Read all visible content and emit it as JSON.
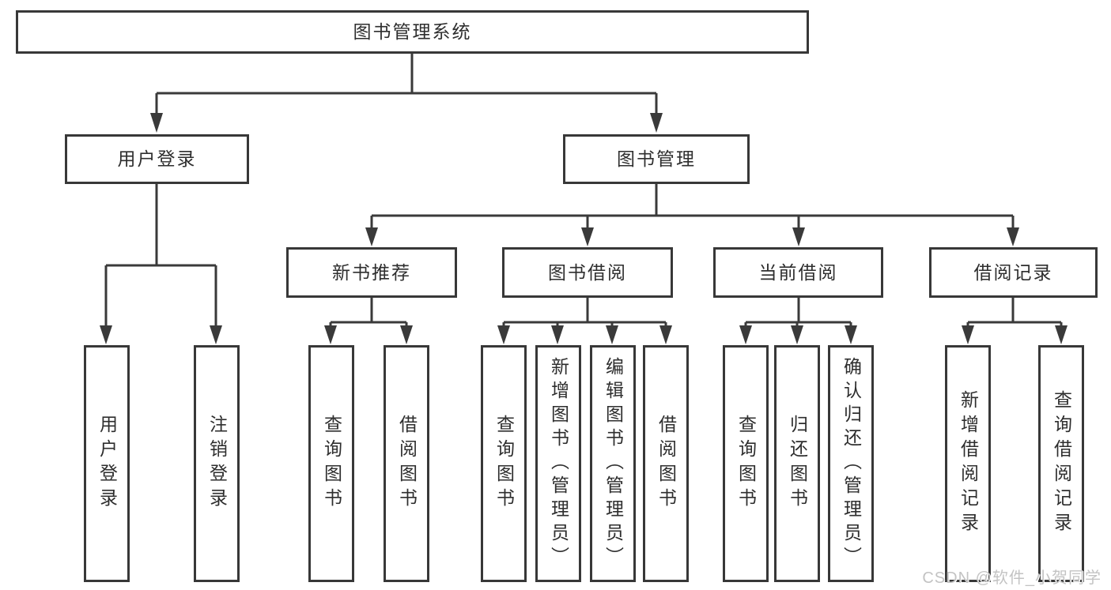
{
  "colors": {
    "line": "#3a3a3a",
    "text": "#2e2e2e",
    "box_background": "#ffffff",
    "watermark_text": "#c3c3c3"
  },
  "diagram": {
    "title": "图书管理系统",
    "user_login": {
      "label": "用户登录",
      "children": {
        "login": "用户登录",
        "logout": "注销登录"
      }
    },
    "book_mgmt": {
      "label": "图书管理",
      "new_book": {
        "label": "新书推荐",
        "children": {
          "query": "查询图书",
          "borrow": "借阅图书"
        }
      },
      "book_borrow": {
        "label": "图书借阅",
        "children": {
          "query": "查询图书",
          "add": "新增图书（管理员）",
          "edit": "编辑图书（管理员）",
          "borrow": "借阅图书"
        }
      },
      "current_borrow": {
        "label": "当前借阅",
        "children": {
          "query": "查询图书",
          "return": "归还图书",
          "confirm": "确认归还（管理员）"
        }
      },
      "records": {
        "label": "借阅记录",
        "children": {
          "add": "新增借阅记录",
          "query": "查询借阅记录"
        }
      }
    }
  },
  "watermark": {
    "text": "CSDN @软件_小贺同学"
  }
}
